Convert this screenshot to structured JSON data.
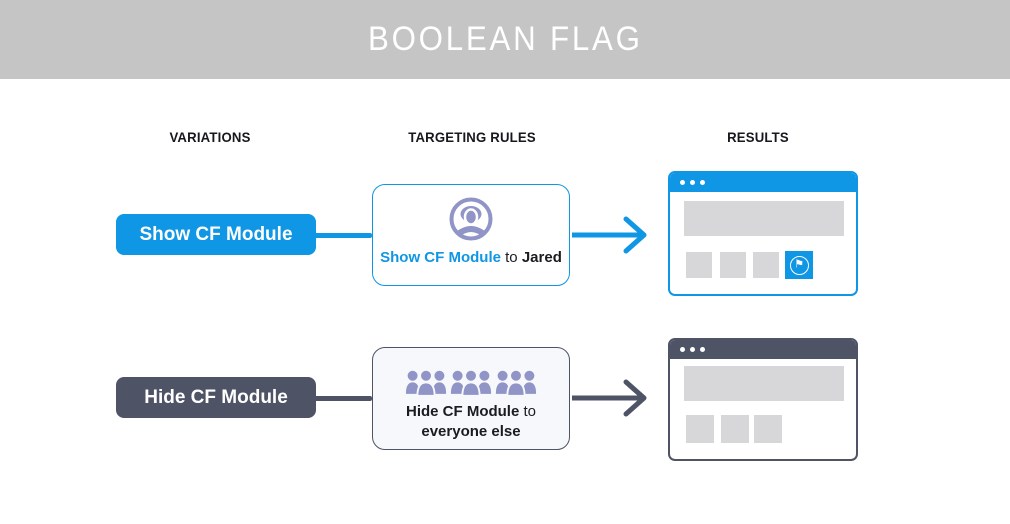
{
  "title_banner": {
    "title": "BOOLEAN FLAG"
  },
  "columns": {
    "variations": "VARIATIONS",
    "targeting_rules": "TARGETING RULES",
    "results": "RESULTS"
  },
  "colors": {
    "accent_blue": "#0f96e4",
    "dark_slate": "#4f5366",
    "icon_purple": "#9094c7",
    "banner_gray": "#c5c5c5",
    "placeholder_gray": "#d7d7d9",
    "card_light_bg": "#f7f8fb"
  },
  "icons": {
    "rule_row1": "single-user-icon",
    "rule_row2": "crowd-icon",
    "result_module": "flag-module-icon",
    "window_controls": "window-dots-icon"
  },
  "rows": [
    {
      "variation": {
        "label": "Show CF Module"
      },
      "rule": {
        "flag_text": "Show CF Module",
        "connector": "to",
        "target": "Jared"
      },
      "result": {
        "module_visible": true,
        "flag_glyph": "⚑"
      }
    },
    {
      "variation": {
        "label": "Hide CF Module"
      },
      "rule": {
        "flag_text": "Hide CF Module",
        "connector": "to",
        "target": "everyone else"
      },
      "result": {
        "module_visible": false
      }
    }
  ]
}
